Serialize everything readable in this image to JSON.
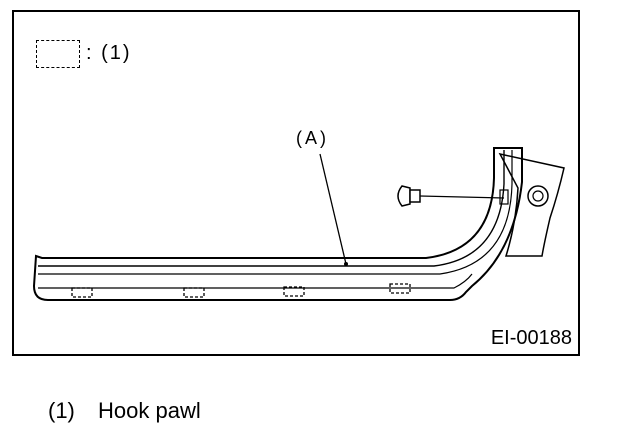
{
  "legend": {
    "symbol": ": (1)"
  },
  "part_label": "(A)",
  "figure_code": "EI-00188",
  "captions": [
    {
      "num": "(1)",
      "text": "Hook pawl"
    }
  ],
  "colors": {
    "line": "#000000",
    "background": "#ffffff"
  }
}
